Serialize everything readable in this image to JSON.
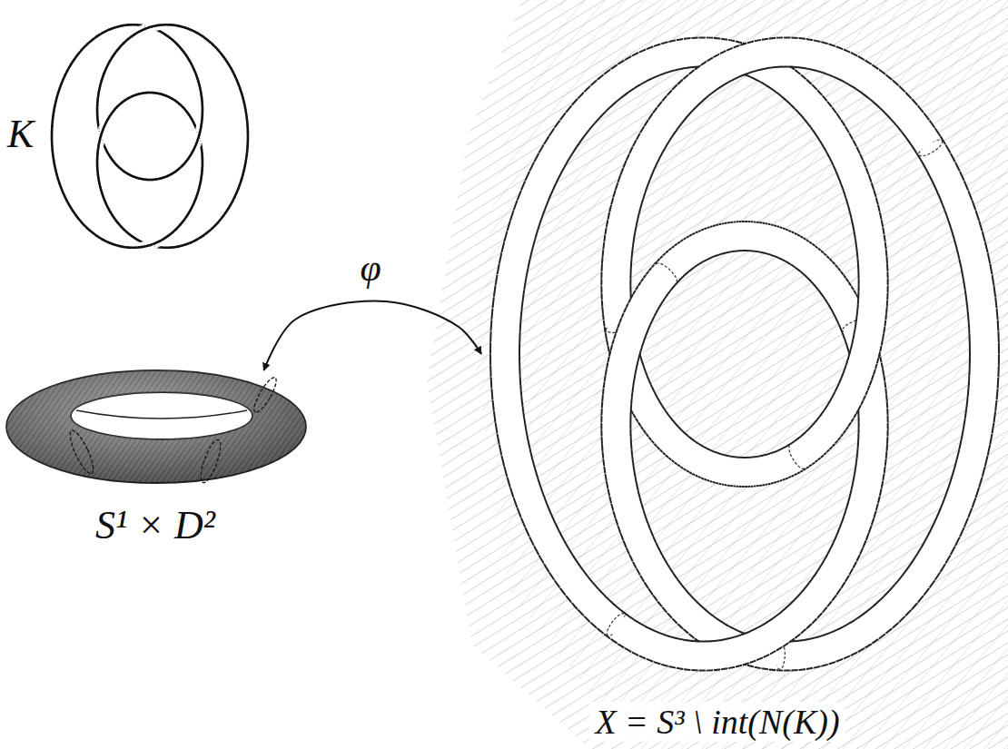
{
  "diagram": {
    "nodes": [
      {
        "text": [
          "S¹ × D²"
        ]
      },
      {
        "text": [
          "X = S³ \\ int(N(K))"
        ]
      }
    ],
    "edges": [
      {
        "from": 0,
        "to": 1,
        "arrow": "both",
        "label": "φ"
      }
    ],
    "labels": [
      "K"
    ]
  }
}
